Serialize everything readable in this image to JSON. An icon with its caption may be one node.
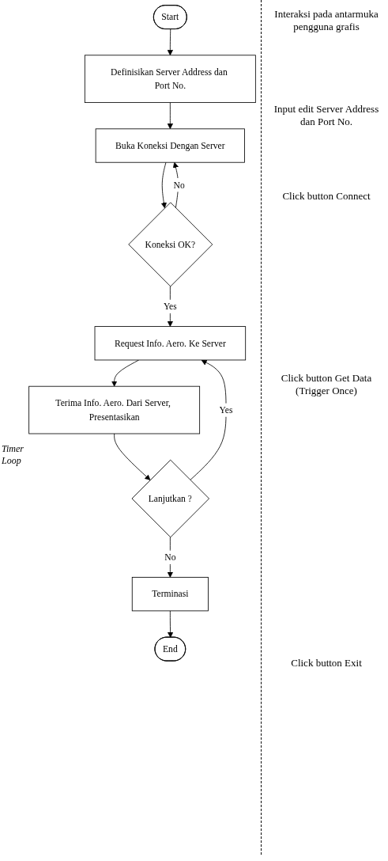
{
  "diagram": {
    "nodes": [
      {
        "text": [
          "Start"
        ]
      },
      {
        "text": [
          "Definisikan Server Address dan Port No."
        ]
      },
      {
        "text": [
          "Buka Koneksi Dengan Server"
        ]
      },
      {
        "text": [
          "Koneksi OK?"
        ]
      },
      {
        "text": [
          "Request Info. Aero. Ke Server"
        ]
      },
      {
        "text": [
          "Terima Info. Aero. Dari Server, Presentasikan"
        ]
      },
      {
        "text": [
          "Lanjutkan ?"
        ]
      },
      {
        "text": [
          "Terminasi"
        ]
      },
      {
        "text": [
          "End"
        ]
      }
    ],
    "edges": [
      {
        "from": 0,
        "to": 1,
        "arrow": "to"
      },
      {
        "from": 1,
        "to": 2,
        "arrow": "to"
      },
      {
        "from": 2,
        "to": 3,
        "arrow": "to"
      },
      {
        "from": 3,
        "to": 2,
        "arrow": "to",
        "label": "No"
      },
      {
        "from": 3,
        "to": 4,
        "arrow": "to",
        "label": "Yes"
      },
      {
        "from": 4,
        "to": 5,
        "arrow": "to"
      },
      {
        "from": 5,
        "to": 6,
        "arrow": "to"
      },
      {
        "from": 6,
        "to": 4,
        "arrow": "to",
        "label": "Yes"
      },
      {
        "from": 6,
        "to": 7,
        "arrow": "to",
        "label": "No"
      },
      {
        "from": 7,
        "to": 8,
        "arrow": "to"
      }
    ],
    "labels": [
      "Interaksi pada antarmuka pengguna grafis",
      "Input edit Server Address dan Port No.",
      "Click button Connect",
      "Timer Loop",
      "Click button Get Data (Trigger Once)",
      "Click button Exit"
    ]
  }
}
